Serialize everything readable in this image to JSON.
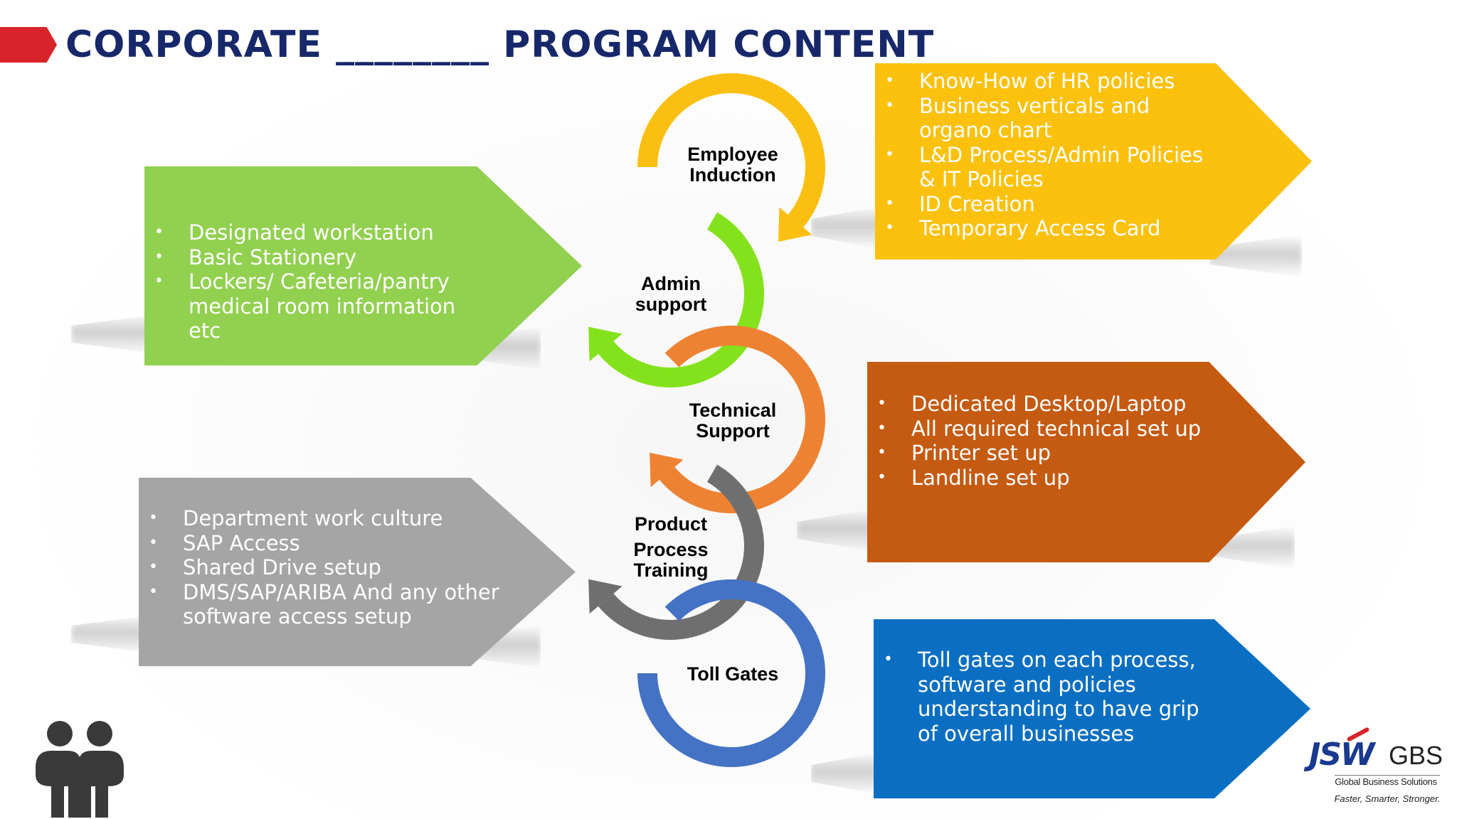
{
  "title": "CORPORATE ________ PROGRAM CONTENT",
  "colors": {
    "title": "#17286a",
    "accent_red": "#d8232a",
    "green": "#92d050",
    "yellow": "#fcc10d",
    "orange": "#c55a11",
    "grey": "#a6a5a6",
    "blue": "#0a6fc2",
    "ring_yellow": "#fbbf12",
    "ring_green": "#84e21c",
    "ring_orange": "#ee8233",
    "ring_grey": "#6f6f6f",
    "ring_blue": "#4472c4"
  },
  "stages": [
    {
      "label_lines": [
        "Employee",
        "Induction"
      ]
    },
    {
      "label_lines": [
        "Admin",
        "support"
      ]
    },
    {
      "label_lines": [
        "Technical",
        "Support"
      ]
    },
    {
      "label_lines": [
        "Product",
        "Process",
        "Training"
      ]
    },
    {
      "label_lines": [
        "Toll Gates"
      ]
    }
  ],
  "boxes": {
    "employee_induction": {
      "items": [
        "Know-How of HR policies",
        "Business verticals and organo chart",
        "L&D Process/Admin Policies & IT Policies",
        "ID Creation",
        "Temporary Access Card"
      ]
    },
    "admin_support": {
      "items": [
        "Designated workstation",
        "Basic Stationery",
        "Lockers/ Cafeteria/pantry medical room information etc"
      ]
    },
    "technical_support": {
      "items": [
        "Dedicated Desktop/Laptop",
        "All required technical set up",
        "Printer set up",
        "Landline set up"
      ]
    },
    "product_process_training": {
      "items": [
        "Department work culture",
        "SAP Access",
        "Shared Drive setup",
        "DMS/SAP/ARIBA And any other software access setup"
      ]
    },
    "toll_gates": {
      "items": [
        "Toll gates on each process, software and policies understanding to have grip of overall businesses"
      ]
    }
  },
  "logo": {
    "brand": "JSW",
    "unit": "GBS",
    "subtitle": "Global Business Solutions",
    "tagline": "Faster, Smarter, Stronger."
  },
  "icons": [
    "people-icon",
    "jsw-gbs-logo"
  ]
}
